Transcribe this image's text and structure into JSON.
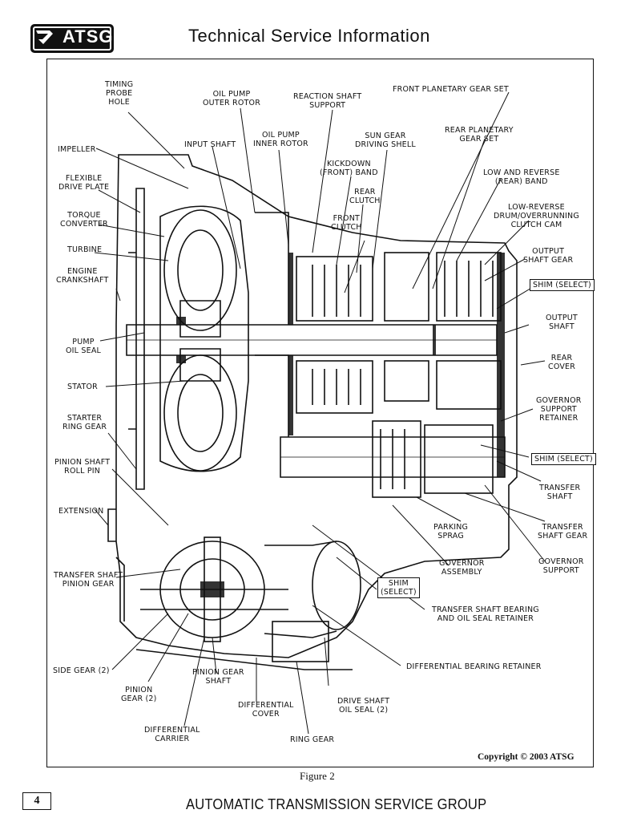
{
  "header": {
    "logo_text": "ATSG",
    "title": "Technical Service Information"
  },
  "labels": {
    "timing_probe_hole": "TIMING\nPROBE\nHOLE",
    "oil_pump_outer_rotor": "OIL PUMP\nOUTER ROTOR",
    "reaction_shaft_support": "REACTION SHAFT\nSUPPORT",
    "front_planetary_gear_set": "FRONT PLANETARY GEAR SET",
    "oil_pump_inner_rotor": "OIL PUMP\nINNER ROTOR",
    "sun_gear_driving_shell": "SUN GEAR\nDRIVING SHELL",
    "rear_planetary_gear_set": "REAR PLANETARY\nGEAR SET",
    "impeller": "IMPELLER",
    "input_shaft": "INPUT SHAFT",
    "kickdown_band": "KICKDOWN\n(FRONT) BAND",
    "low_reverse_band": "LOW AND REVERSE\n(REAR) BAND",
    "flexible_drive_plate": "FLEXIBLE\nDRIVE PLATE",
    "rear_clutch": "REAR\nCLUTCH",
    "low_reverse_drum": "LOW-REVERSE\nDRUM/OVERRUNNING\nCLUTCH CAM",
    "torque_converter": "TORQUE\nCONVERTER",
    "front_clutch": "FRONT\nCLUTCH",
    "turbine": "TURBINE",
    "output_shaft_gear": "OUTPUT\nSHAFT GEAR",
    "engine_crankshaft": "ENGINE\nCRANKSHAFT",
    "shim_select_1": "SHIM (SELECT)",
    "output_shaft": "OUTPUT\nSHAFT",
    "pump_oil_seal": "PUMP\nOIL SEAL",
    "rear_cover": "REAR\nCOVER",
    "stator": "STATOR",
    "governor_support_retainer": "GOVERNOR\nSUPPORT\nRETAINER",
    "starter_ring_gear": "STARTER\nRING GEAR",
    "shim_select_2": "SHIM (SELECT)",
    "pinion_shaft_roll_pin": "PINION SHAFT\nROLL PIN",
    "transfer_shaft": "TRANSFER\nSHAFT",
    "extension": "EXTENSION",
    "parking_sprag": "PARKING\nSPRAG",
    "transfer_shaft_gear": "TRANSFER\nSHAFT GEAR",
    "governor_assembly": "GOVERNOR\nASSEMBLY",
    "governor_support": "GOVERNOR\nSUPPORT",
    "transfer_shaft_pinion_gear": "TRANSFER SHAFT\nPINION GEAR",
    "shim_select_3": "SHIM\n(SELECT)",
    "transfer_shaft_bearing": "TRANSFER SHAFT BEARING\nAND OIL SEAL RETAINER",
    "differential_bearing_retainer": "DIFFERENTIAL BEARING RETAINER",
    "side_gear": "SIDE GEAR (2)",
    "pinion_gear_shaft": "PINION GEAR\nSHAFT",
    "pinion_gear": "PINION\nGEAR (2)",
    "differential_cover": "DIFFERENTIAL\nCOVER",
    "drive_shaft_oil_seal": "DRIVE SHAFT\nOIL SEAL (2)",
    "differential_carrier": "DIFFERENTIAL\nCARRIER",
    "ring_gear": "RING GEAR"
  },
  "copyright": "Copyright © 2003 ATSG",
  "caption": "Figure 2",
  "footer": {
    "page_number": "4",
    "text": "AUTOMATIC TRANSMISSION SERVICE GROUP"
  }
}
